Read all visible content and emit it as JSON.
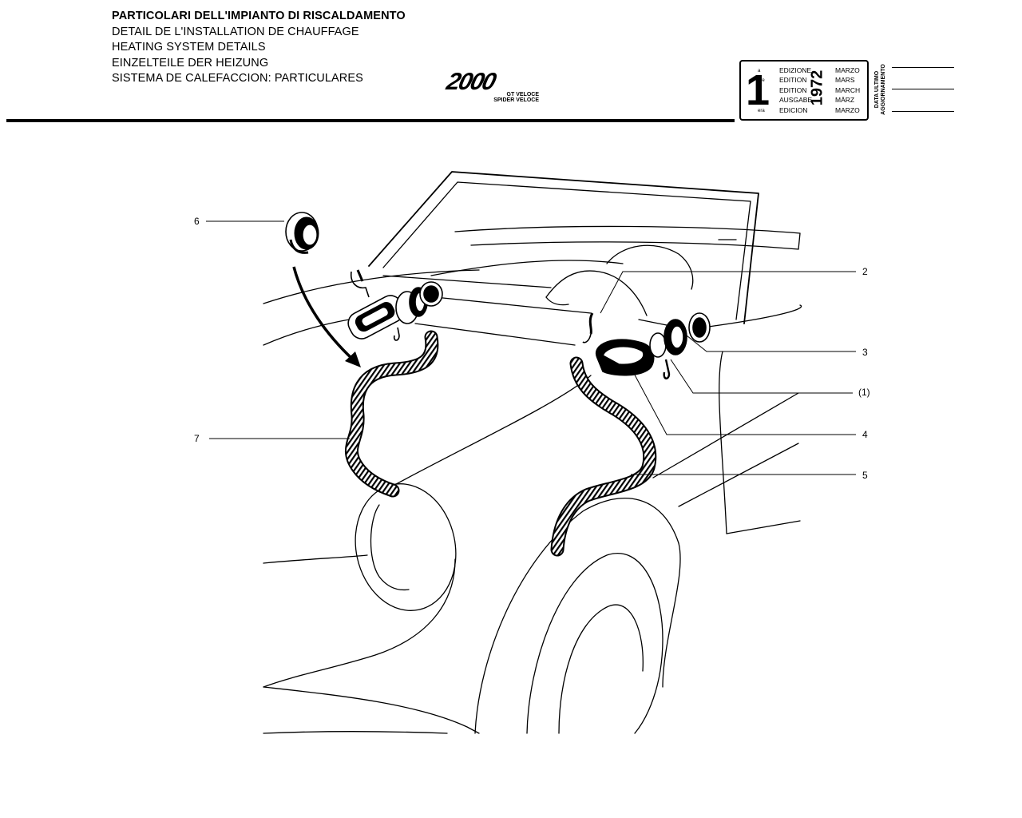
{
  "header": {
    "titles": [
      "PARTICOLARI DELL'IMPIANTO DI RISCALDAMENTO",
      "DETAIL DE L'INSTALLATION DE CHAUFFAGE",
      "HEATING SYSTEM DETAILS",
      "EINZELTEILE DER HEIZUNG",
      "SISTEMA DE CALEFACCION: PARTICULARES"
    ],
    "model_logo": "2000",
    "model_variants": [
      "GT VELOCE",
      "SPIDER VELOCE"
    ]
  },
  "edition_box": {
    "number": "1",
    "ordinals": [
      "a",
      "ere",
      "st",
      ".",
      "era"
    ],
    "edition_words": [
      "EDIZIONE",
      "EDITION",
      "EDITION",
      "AUSGABE",
      "EDICION"
    ],
    "year": "1972",
    "months": [
      "MARZO",
      "MARS",
      "MARCH",
      "MÄRZ",
      "MARZO"
    ]
  },
  "last_update": {
    "label_lines": [
      "DATA ULTIMO",
      "AGGIORNAMENTO"
    ]
  },
  "callouts": {
    "c6": "6",
    "c2": "2",
    "c3": "3",
    "c1": "(1)",
    "c4": "4",
    "c7": "7",
    "c5": "5"
  },
  "colors": {
    "ink": "#000000",
    "paper": "#ffffff"
  }
}
